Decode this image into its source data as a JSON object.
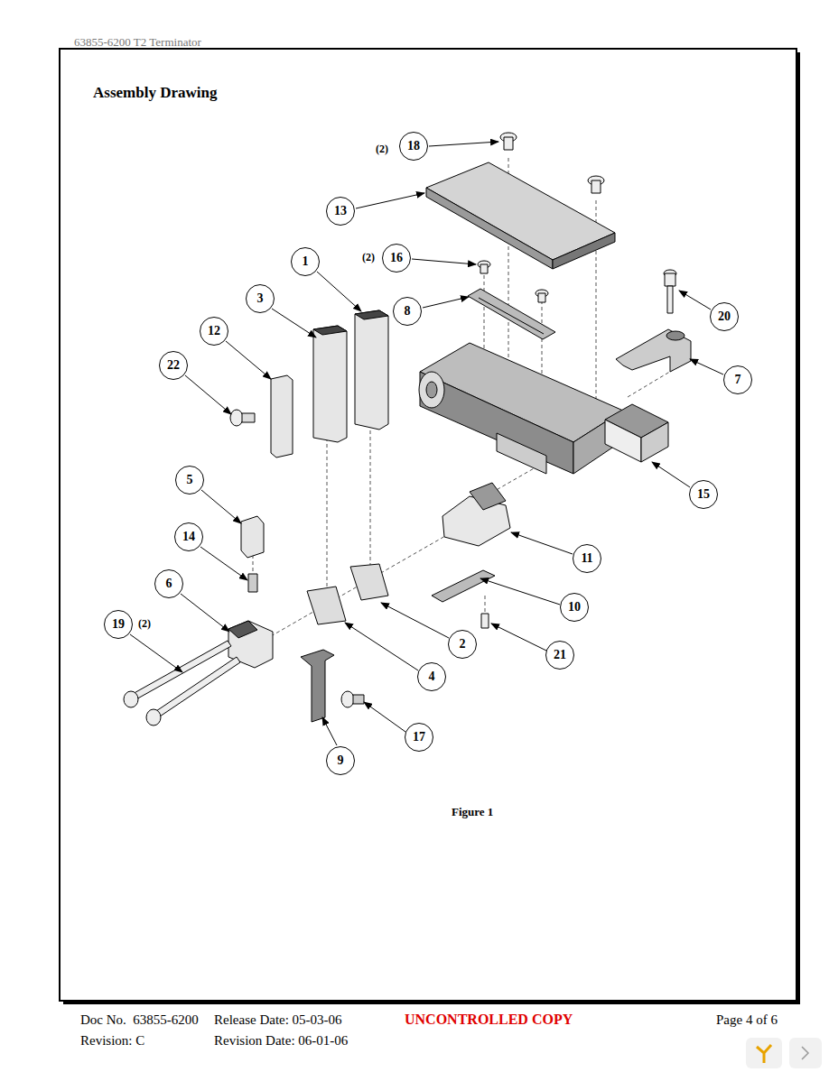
{
  "diagram": {
    "title": "Assembly Drawing",
    "caption": "Figure 1",
    "nodes": [
      {
        "text": [
          "18"
        ]
      },
      {
        "text": [
          "13"
        ]
      },
      {
        "text": [
          "16"
        ]
      },
      {
        "text": [
          "1"
        ]
      },
      {
        "text": [
          "3"
        ]
      },
      {
        "text": [
          "8"
        ]
      },
      {
        "text": [
          "12"
        ]
      },
      {
        "text": [
          "20"
        ]
      },
      {
        "text": [
          "22"
        ]
      },
      {
        "text": [
          "7"
        ]
      },
      {
        "text": [
          "5"
        ]
      },
      {
        "text": [
          "15"
        ]
      },
      {
        "text": [
          "14"
        ]
      },
      {
        "text": [
          "11"
        ]
      },
      {
        "text": [
          "6"
        ]
      },
      {
        "text": [
          "10"
        ]
      },
      {
        "text": [
          "19"
        ]
      },
      {
        "text": [
          "2"
        ]
      },
      {
        "text": [
          "21"
        ]
      },
      {
        "text": [
          "4"
        ]
      },
      {
        "text": [
          "17"
        ]
      },
      {
        "text": [
          "9"
        ]
      }
    ],
    "edges": [],
    "labels": [
      "63855-6200 T2 Terminator",
      "(2)",
      "(2)",
      "(2)",
      "Doc No.  63855-6200",
      "Release Date: 05-03-06",
      "UNCONTROLLED COPY",
      "Page 4 of 6",
      "Revision: C",
      "Revision Date: 06-01-06"
    ]
  }
}
